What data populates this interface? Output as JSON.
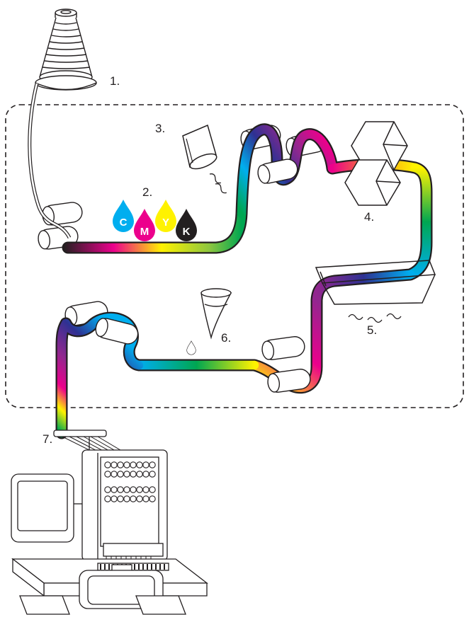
{
  "labels": {
    "l1": "1.",
    "l2": "2.",
    "l3": "3.",
    "l4": "4.",
    "l5": "5.",
    "l6": "6.",
    "l7": "7."
  },
  "inks": [
    {
      "letter": "C",
      "color": "#00aeef"
    },
    {
      "letter": "M",
      "color": "#ec008c"
    },
    {
      "letter": "Y",
      "color": "#fff200"
    },
    {
      "letter": "K",
      "color": "#231f20"
    }
  ],
  "palette": {
    "line": "#231f20",
    "background": "#ffffff",
    "ribbon_colors": [
      "#231f20",
      "#ec008c",
      "#fff200",
      "#00a651",
      "#00aeef",
      "#2e3192",
      "#92278f"
    ]
  }
}
